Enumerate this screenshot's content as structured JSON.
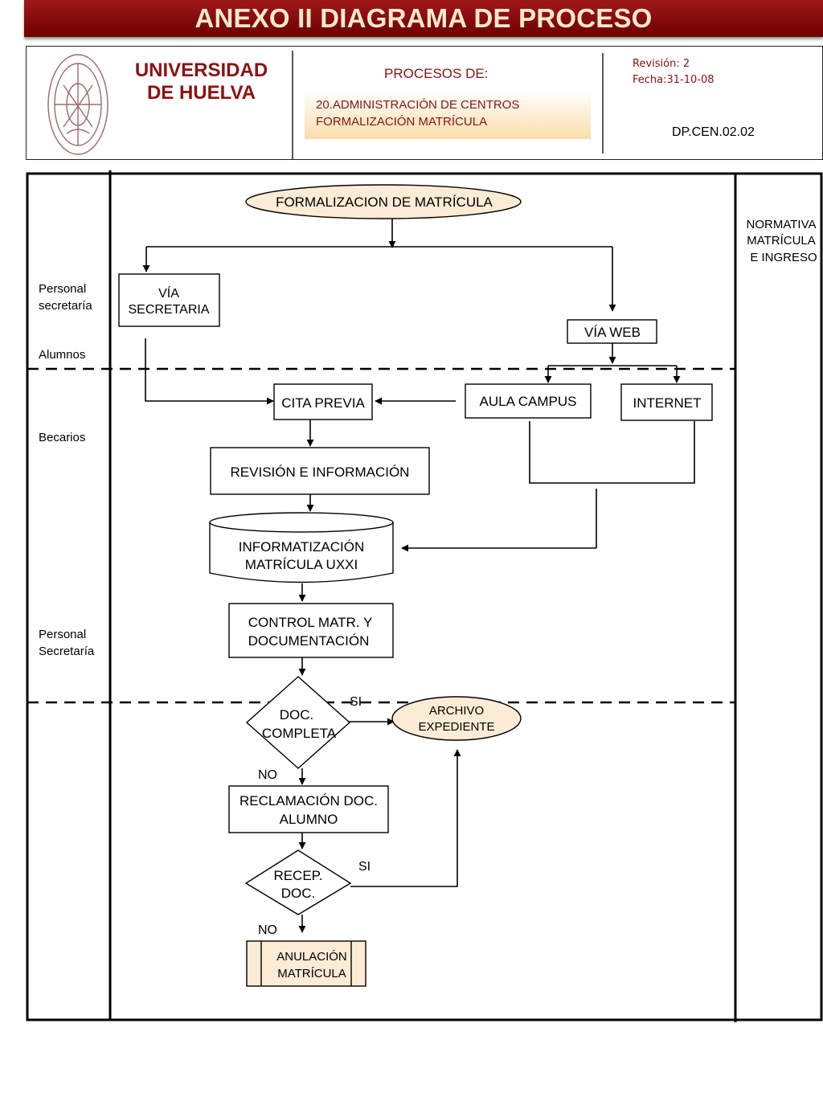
{
  "header": {
    "title": "ANEXO II DIAGRAMA DE PROCESO",
    "university_line1": "UNIVERSIDAD",
    "university_line2": "DE HUELVA",
    "processes_label": "PROCESOS DE:",
    "process_line1": "20.ADMINISTRACIÓN DE CENTROS",
    "process_line2": "FORMALIZACIÓN MATRÍCULA",
    "revision": "Revisión: 2",
    "date": "Fecha:31-10-08",
    "code": "DP.CEN.02.02"
  },
  "colors": {
    "banner": "#8b0000",
    "banner_text": "#fbe9cf",
    "accent_text": "#8b1212",
    "terminal_fill": "#fcebd5"
  },
  "lanes": {
    "personal_secretaria": [
      "Personal",
      "secretaría"
    ],
    "alumnos": "Alumnos",
    "becarios": "Becarios",
    "personal_secretaria_2": [
      "Personal",
      "Secretaría"
    ]
  },
  "normativa": [
    "NORMATIVA",
    "MATRÍCULA",
    "E INGRESO"
  ],
  "nodes": {
    "start": "FORMALIZACION DE MATRÍCULA",
    "via_secretaria": [
      "VÍA",
      "SECRETARIA"
    ],
    "via_web": "VÍA WEB",
    "aula_campus": "AULA CAMPUS",
    "internet": "INTERNET",
    "cita_previa": "CITA PREVIA",
    "revision": "REVISIÓN E INFORMACIÓN",
    "informatizacion": [
      "INFORMATIZACIÓN",
      "MATRÍCULA UXXI"
    ],
    "control": [
      "CONTROL MATR. Y",
      "DOCUMENTACIÓN"
    ],
    "doc_completa": [
      "DOC.",
      "COMPLETA"
    ],
    "archivo": [
      "ARCHIVO",
      "EXPEDIENTE"
    ],
    "reclamacion": [
      "RECLAMACIÓN DOC.",
      "ALUMNO"
    ],
    "recep": [
      "RECEP.",
      "DOC."
    ],
    "anulacion": [
      "ANULACIÓN",
      "MATRÍCULA"
    ]
  },
  "edge_labels": {
    "si_1": "SI",
    "no_1": "NO",
    "si_2": "SI",
    "no_2": "NO"
  }
}
